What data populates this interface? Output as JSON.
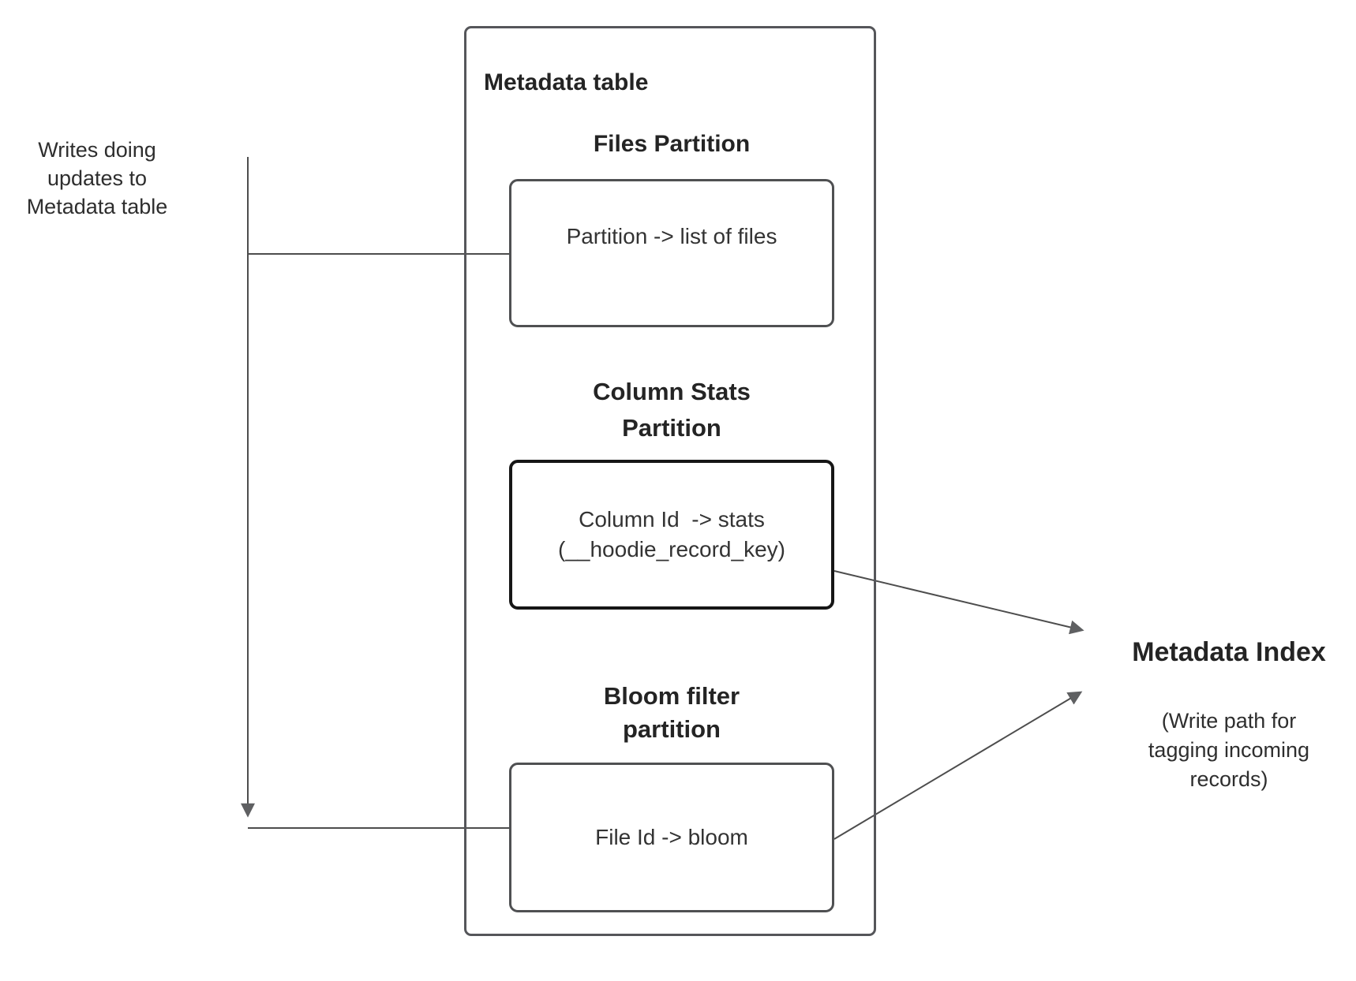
{
  "diagram": {
    "writes_note": "Writes doing\nupdates to\nMetadata table",
    "container_title": "Metadata table",
    "partitions": [
      {
        "title": "Files Partition",
        "content": "Partition -> list of files"
      },
      {
        "title": "Column Stats\nPartition",
        "content": "Column Id  -> stats\n(__hoodie_record_key)"
      },
      {
        "title": "Bloom filter\npartition",
        "content": "File Id -> bloom"
      }
    ],
    "index": {
      "title": "Metadata Index",
      "subtitle": "(Write path for\ntagging incoming\nrecords)"
    }
  },
  "colors": {
    "line-color": "#4d4d4d",
    "arrowhead-color": "#5f6062",
    "container-border": "#55565a",
    "box-border": "#4f5052",
    "stats-box-border": "#161616",
    "heading-color": "#242424",
    "text-color": "#333333",
    "bg": "#ffffff"
  }
}
